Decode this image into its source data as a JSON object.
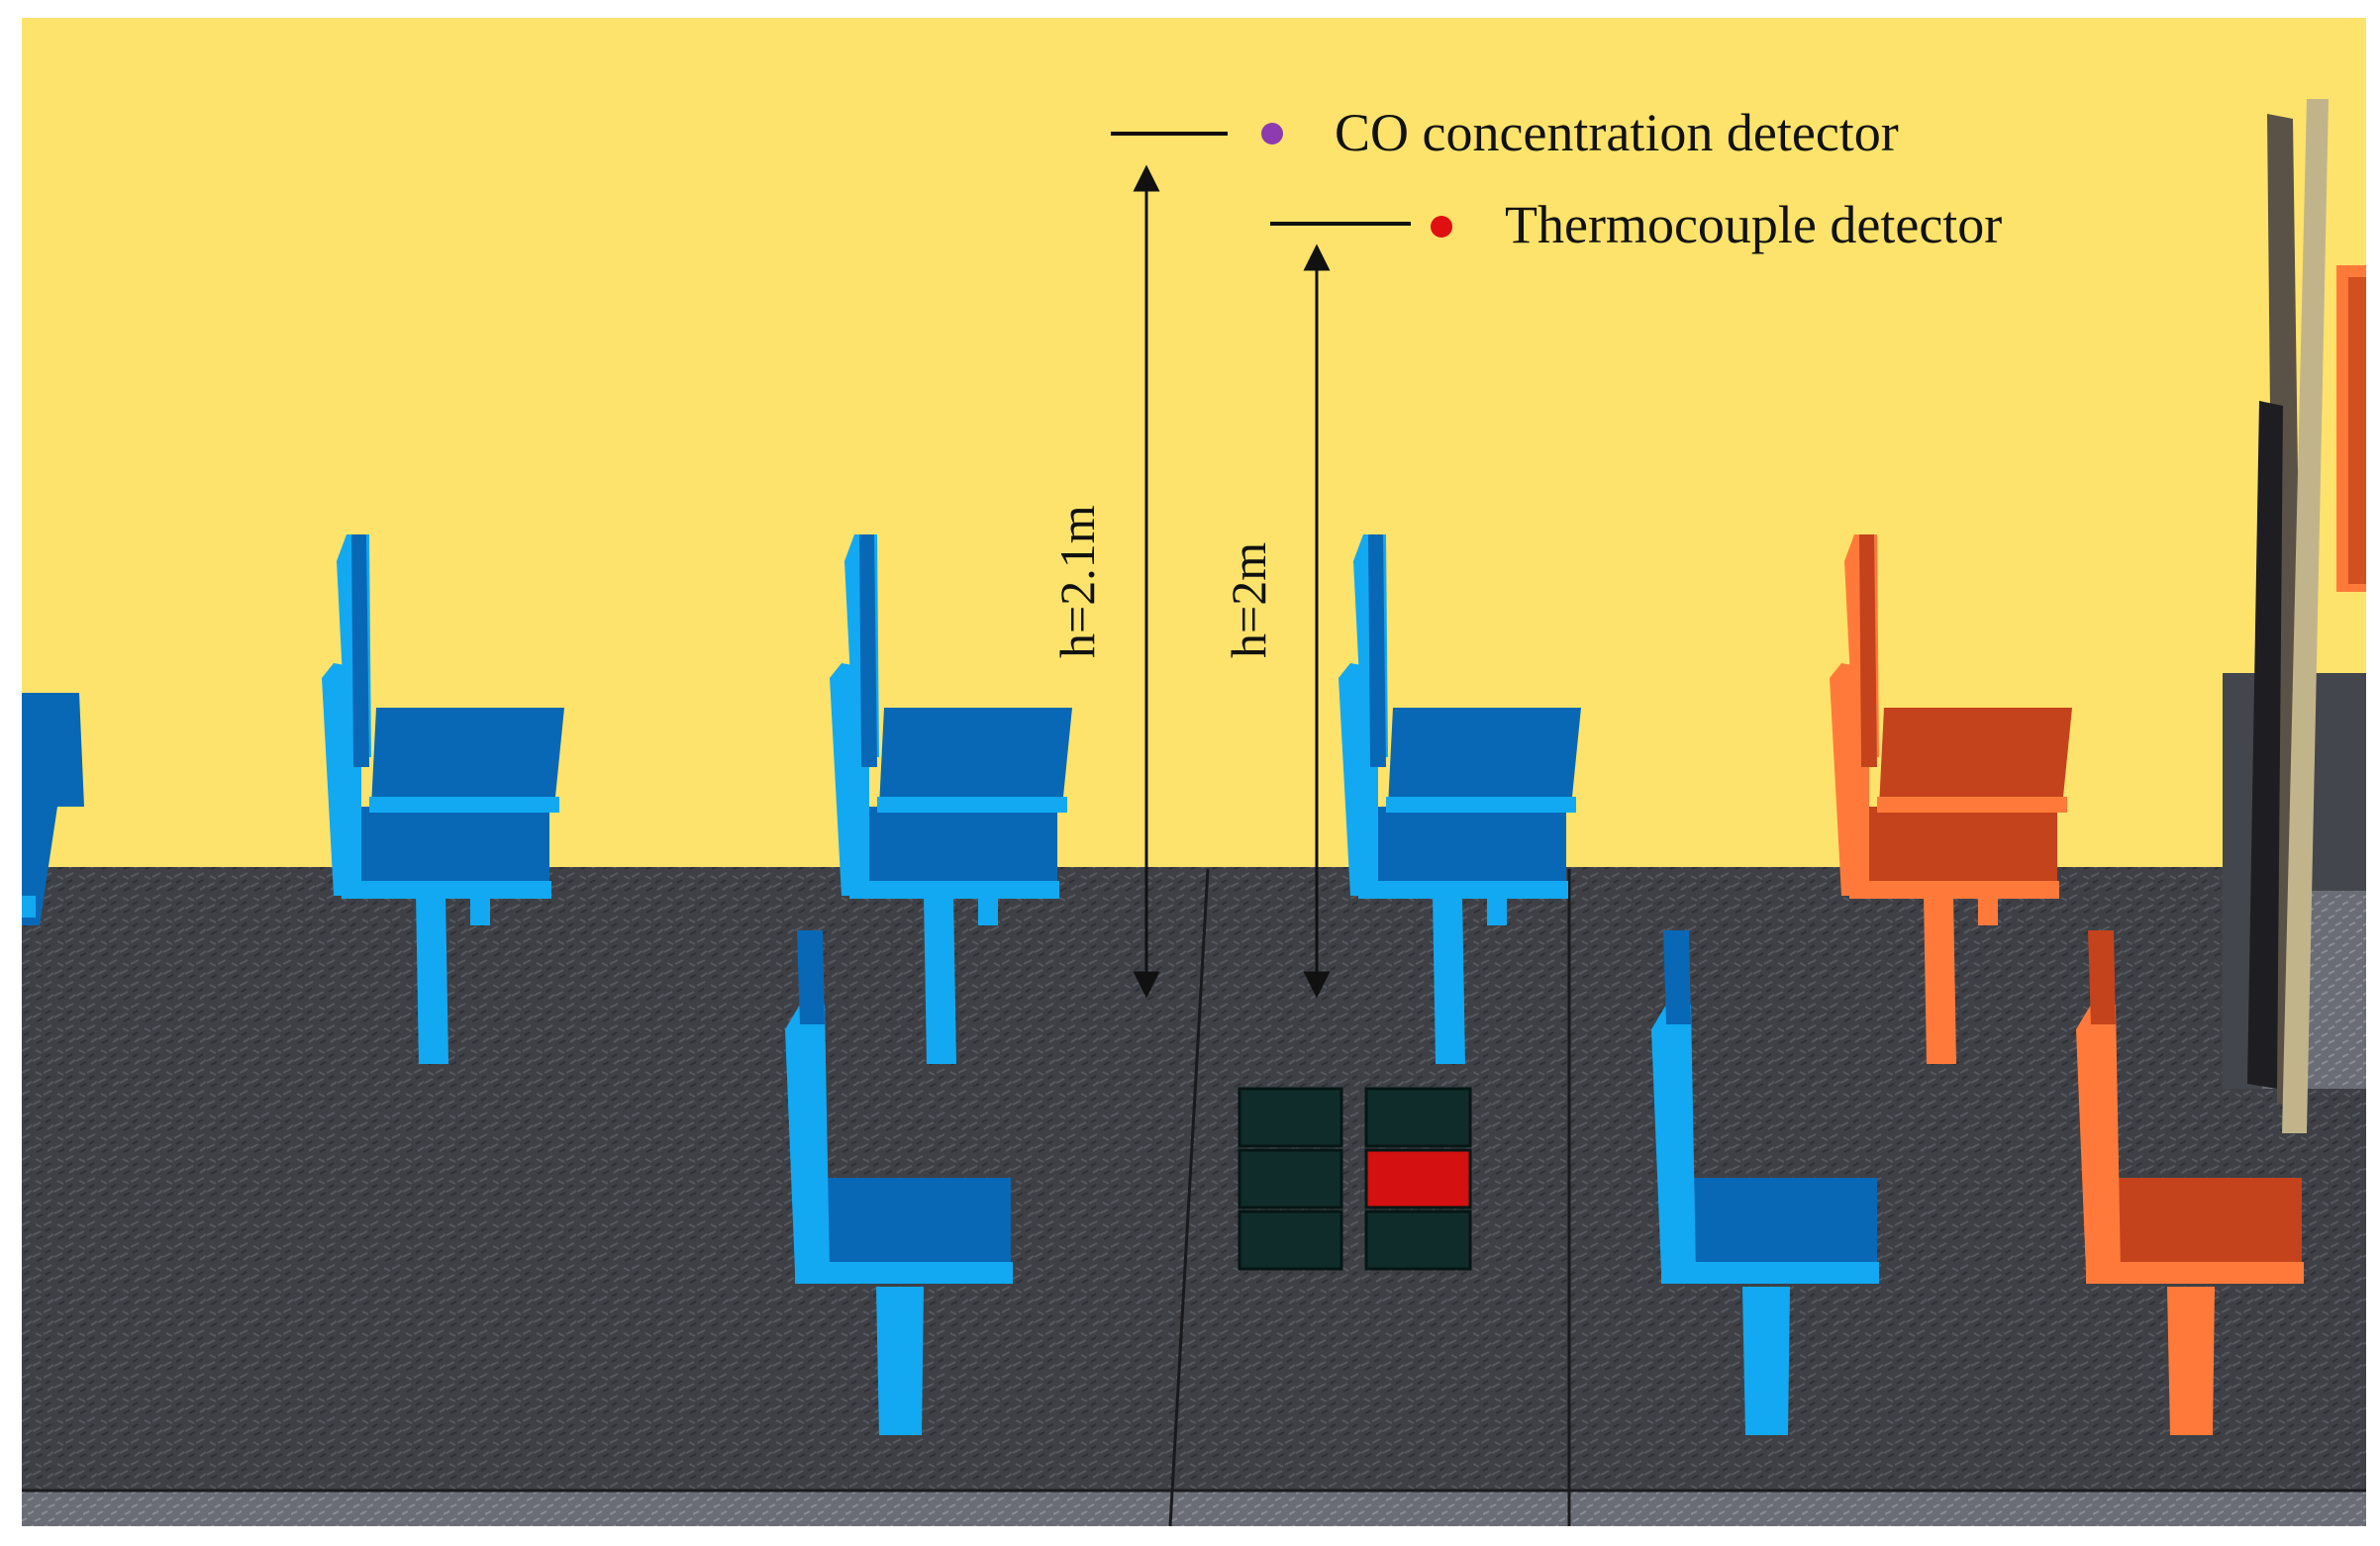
{
  "legend": {
    "co_label": "CO concentration detector",
    "tc_label": "Thermocouple detector"
  },
  "heights": {
    "co_height": "h=2.1m",
    "tc_height": "h=2m"
  },
  "colors": {
    "wall": "#fde36b",
    "floor": "#3f4147",
    "floor_edge": "#5b5e66",
    "blue_seat_top": "#0868b6",
    "blue_seat_edge": "#12a9f2",
    "orange_seat_top": "#c4431c",
    "orange_seat_edge": "#ff7a3a",
    "co_marker": "#8e3bb0",
    "tc_marker": "#e01010",
    "fire_source_dark": "#0f2c2a",
    "fire_source_red": "#d41010"
  }
}
